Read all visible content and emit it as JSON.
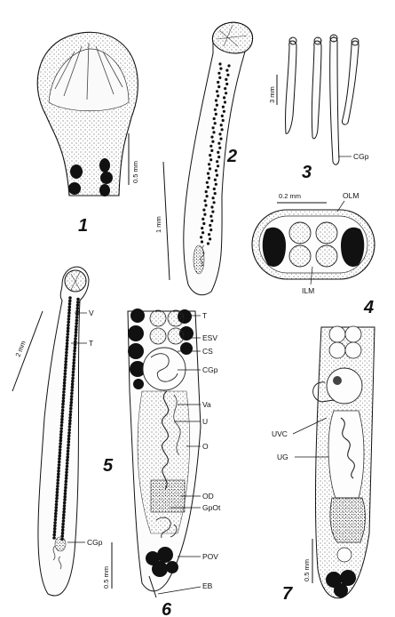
{
  "figures": [
    "1",
    "2",
    "3",
    "4",
    "5",
    "6",
    "7"
  ],
  "scale_bars": {
    "fig1": "0.5 mm",
    "fig2": "1 mm",
    "fig3": "3 mm",
    "fig4": "0.2 mm",
    "fig5": "2 mm",
    "fig6": "0.5 mm",
    "fig7": "0.5 mm"
  },
  "labels": {
    "fig3": [
      "CGp"
    ],
    "fig4": [
      "OLM",
      "ILM"
    ],
    "fig5": [
      "V",
      "T",
      "CGp"
    ],
    "fig6": [
      "T",
      "ESV",
      "CS",
      "CGp",
      "Va",
      "U",
      "O",
      "OD",
      "GpOt",
      "POV",
      "EB"
    ],
    "fig7": [
      "UVC",
      "UG"
    ]
  }
}
